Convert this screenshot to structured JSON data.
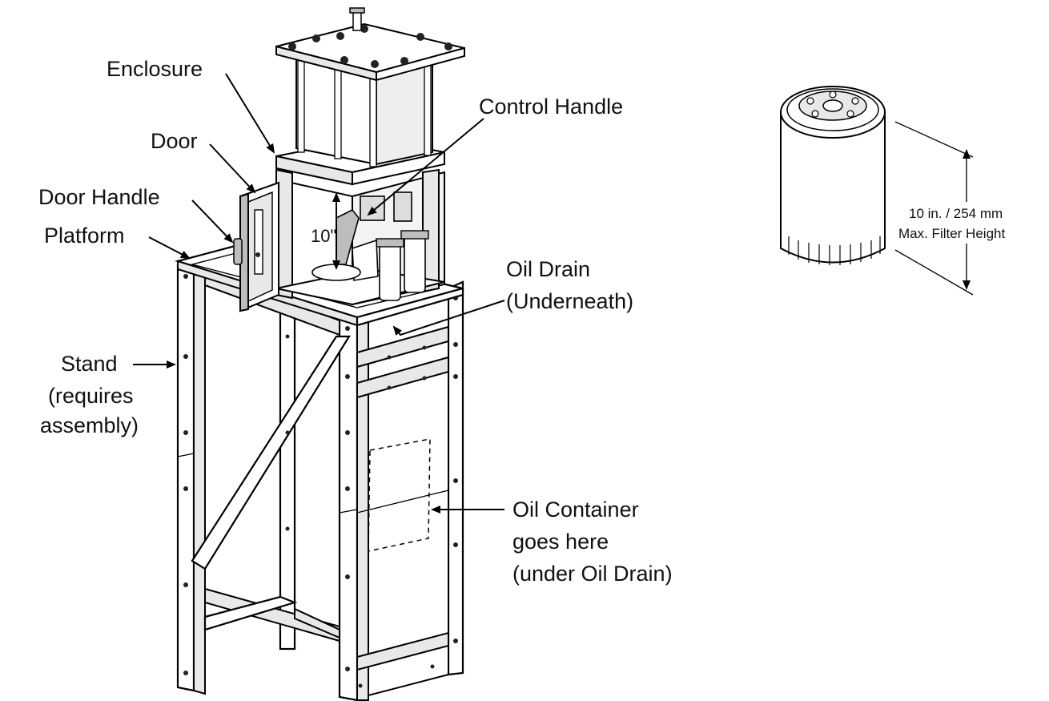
{
  "colors": {
    "line": "#000000",
    "panel_light": "#ffffff",
    "panel_shade": "#e8e8e8",
    "panel_dark": "#bdbdbd"
  },
  "labels": {
    "enclosure": "Enclosure",
    "control_handle": "Control Handle",
    "door": "Door",
    "door_handle": "Door Handle",
    "platform": "Platform",
    "dimension_10": "10\"",
    "oil_drain_line1": "Oil Drain",
    "oil_drain_line2": "(Underneath)",
    "stand_line1": "Stand",
    "stand_line2": "(requires",
    "stand_line3": "assembly)",
    "oil_container_line1": "Oil Container",
    "oil_container_line2": "goes here",
    "oil_container_line3": "(under Oil Drain)"
  },
  "filter": {
    "height_line1": "10 in. / 254 mm",
    "height_line2": "Max. Filter Height"
  }
}
